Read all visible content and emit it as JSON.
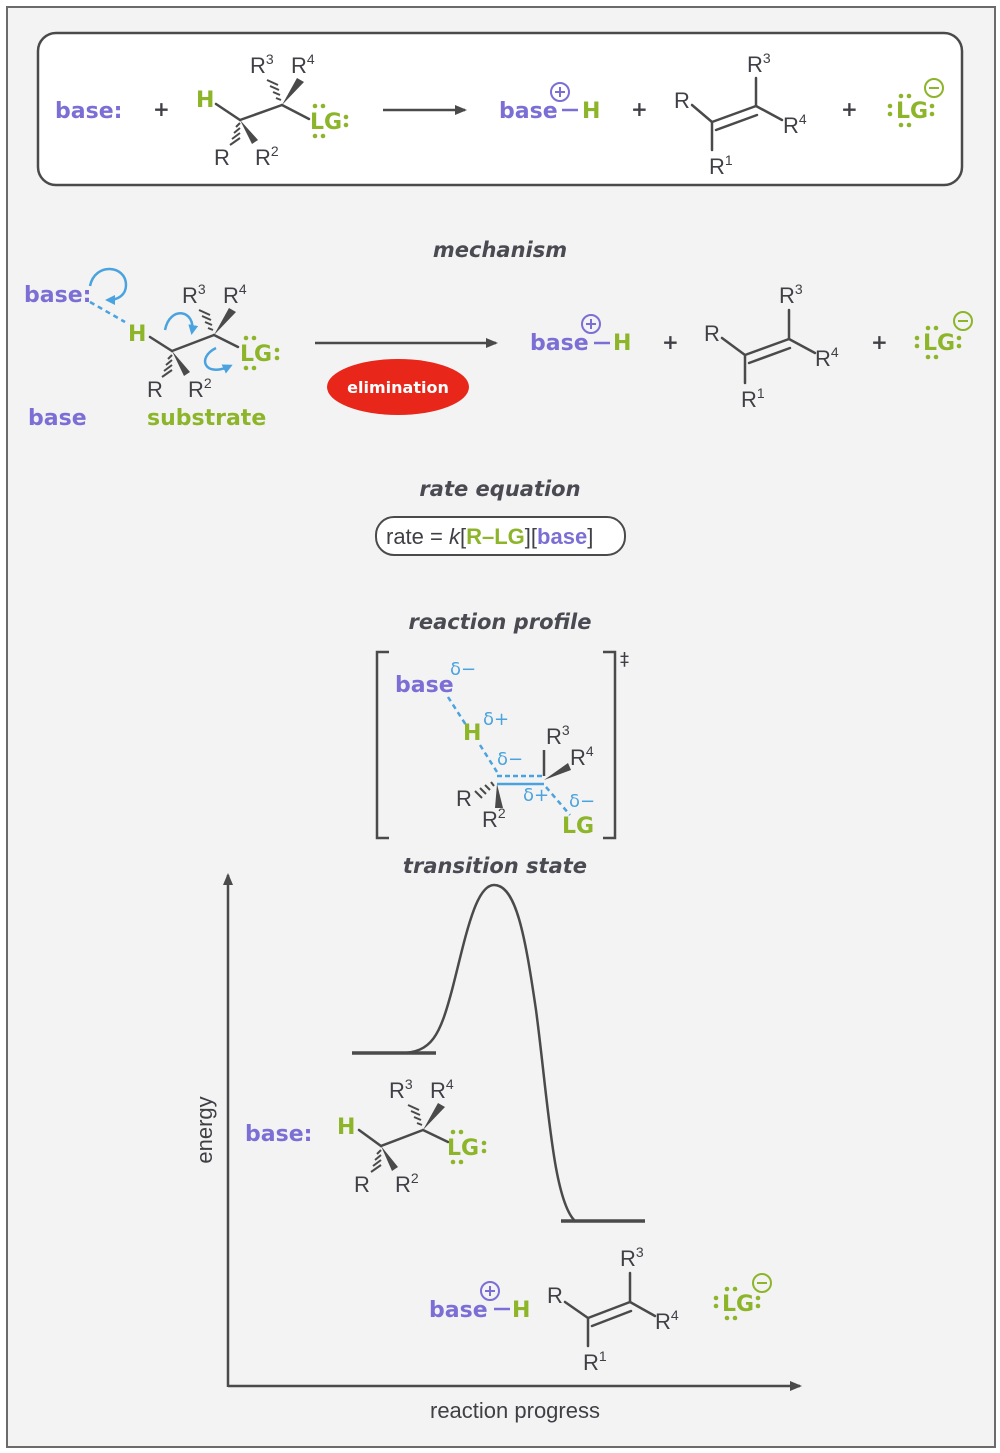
{
  "colors": {
    "base": "#7b6fd6",
    "substrate": "#8db52a",
    "arrow": "#4aa3df",
    "bond": "#4a4a4a",
    "badge": "#e8261a",
    "text": "#3f3f46"
  },
  "labels": {
    "base_colon": "base:",
    "base": "base",
    "H": "H",
    "LG": "LG",
    "R": "R",
    "R1": "R",
    "R2": "R",
    "R3": "R",
    "R4": "R",
    "sup1": "1",
    "sup2": "2",
    "sup3": "3",
    "sup4": "4",
    "plus": "+",
    "charge_plus": "⊕",
    "charge_minus": "⊖",
    "dash": "−",
    "substrate": "substrate",
    "delta_minus": "δ−",
    "delta_plus": "δ+",
    "dagger": "‡"
  },
  "headings": {
    "mechanism": "mechanism",
    "rate_equation": "rate equation",
    "reaction_profile": "reaction profile",
    "transition_state": "transition state"
  },
  "badge": {
    "elimination": "elimination"
  },
  "rate": {
    "prefix": "rate = ",
    "k": "k",
    "lb1": "[",
    "rl": "R–LG",
    "mid": "][",
    "base": "base",
    "rb": "]"
  },
  "axes": {
    "y_label": "energy",
    "x_label": "reaction progress"
  }
}
